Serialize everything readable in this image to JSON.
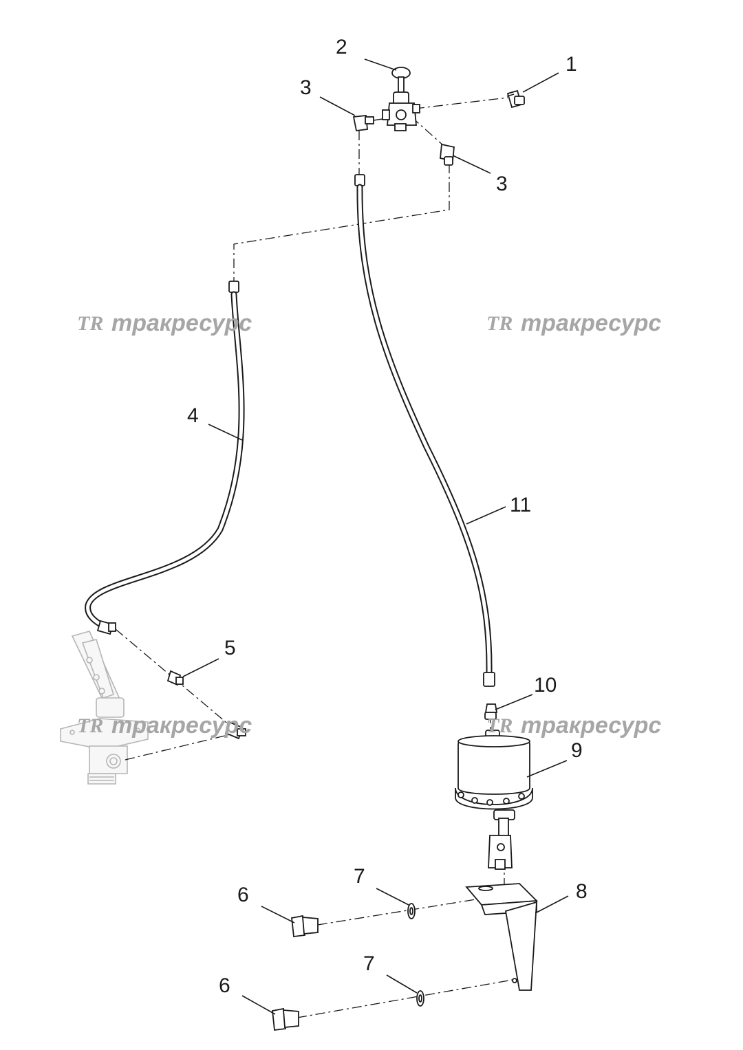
{
  "callouts": {
    "c1": "1",
    "c2": "2",
    "c3a": "3",
    "c3b": "3",
    "c4": "4",
    "c5": "5",
    "c6a": "6",
    "c6b": "6",
    "c7a": "7",
    "c7b": "7",
    "c8": "8",
    "c9": "9",
    "c10": "10",
    "c11": "11"
  },
  "watermark": {
    "logo": "TR",
    "text": "тракресурс"
  },
  "colors": {
    "line": "#1a1a1a",
    "watermark": "#a6a6a6",
    "ghost": "#b5b5b5"
  }
}
